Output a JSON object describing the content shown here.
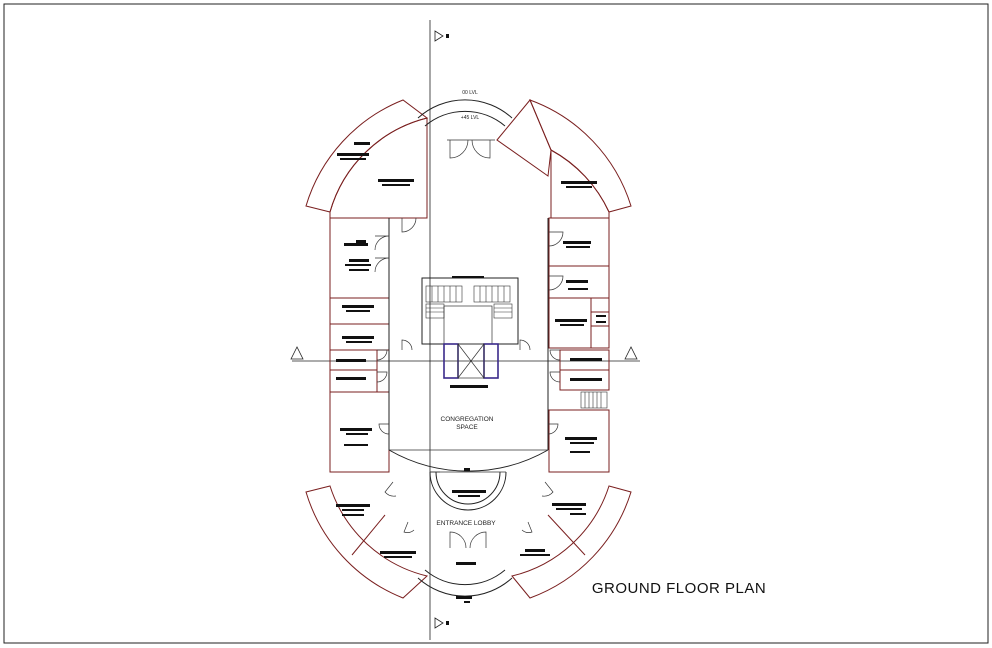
{
  "drawing": {
    "title": "GROUND FLOOR PLAN",
    "rooms": {
      "congregation": "CONGREGATION",
      "space": "SPACE",
      "entrance_lobby": "ENTRANCE LOBBY"
    },
    "levels": {
      "top_level": "00 LVL",
      "upper_level": "+45 LVL"
    }
  },
  "colors": {
    "wall": "#7a1f1f",
    "lift": "#3a2a8a",
    "line": "#222222"
  }
}
